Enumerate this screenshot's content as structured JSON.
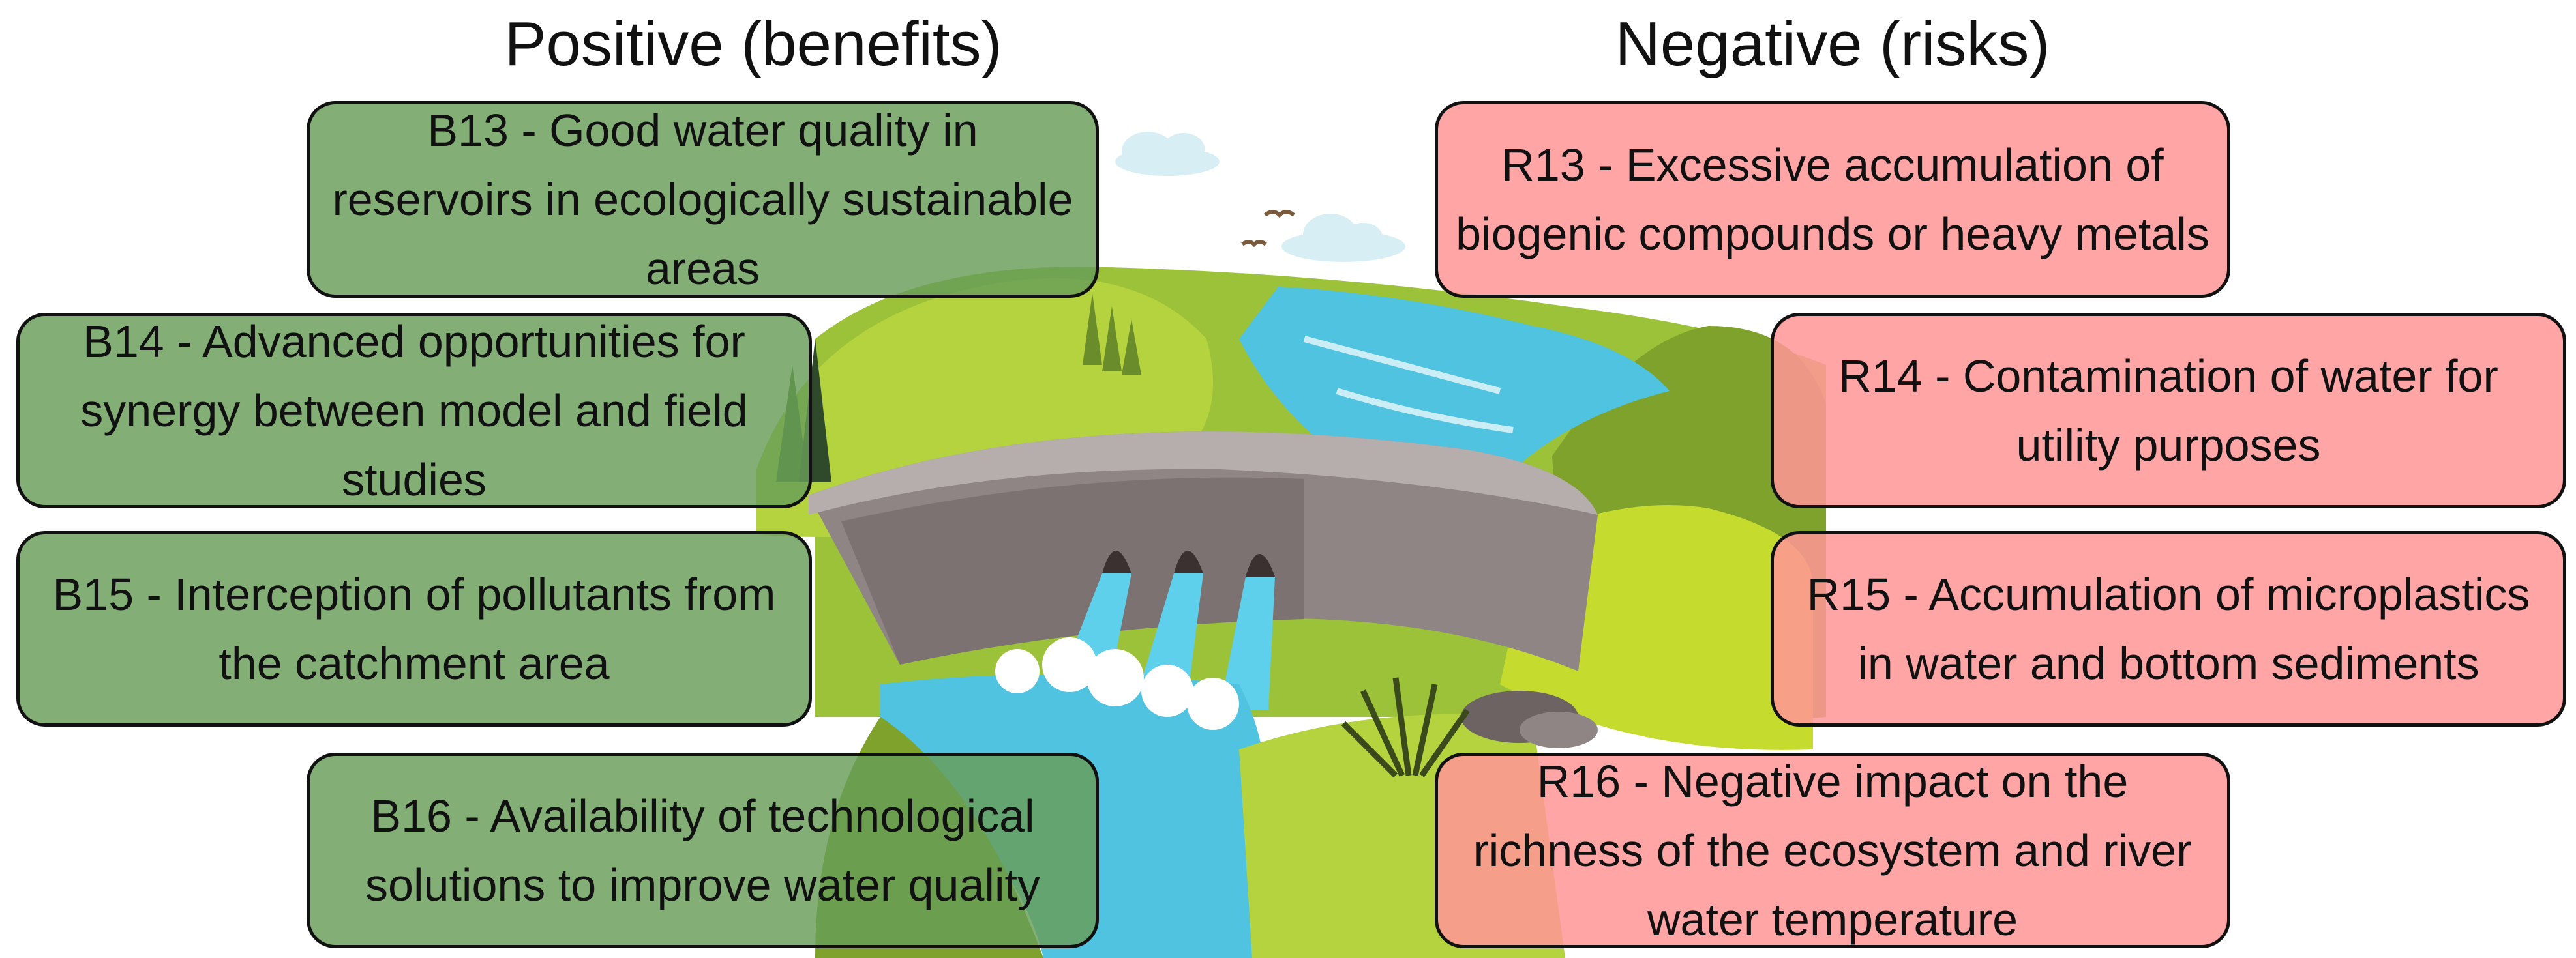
{
  "headings": {
    "positive": "Positive (benefits)",
    "negative": "Negative (risks)"
  },
  "benefits": [
    {
      "text": "B13 - Good water quality in reservoirs in ecologically sustainable areas"
    },
    {
      "text": "B14 - Advanced opportunities for synergy between model and field studies"
    },
    {
      "text": "B15 - Interception of pollutants from the catchment area"
    },
    {
      "text": "B16 - Availability of technological solutions to improve water quality"
    }
  ],
  "risks": [
    {
      "text": "R13 - Excessive accumulation of biogenic compounds or heavy metals"
    },
    {
      "text": "R14 - Contamination of water for utility purposes"
    },
    {
      "text": "R15 - Accumulation of microplastics in water and bottom sediments"
    },
    {
      "text": "R16 - Negative impact on the richness of the ecosystem and river water temperature"
    }
  ],
  "colors": {
    "benefit_fill": "#689e58",
    "risk_fill": "#ff9696",
    "water": "#4fc3e0",
    "grass": "#a9cf3a",
    "dam": "#8f8585"
  },
  "illustration": {
    "icon": "dam-landscape-icon"
  }
}
